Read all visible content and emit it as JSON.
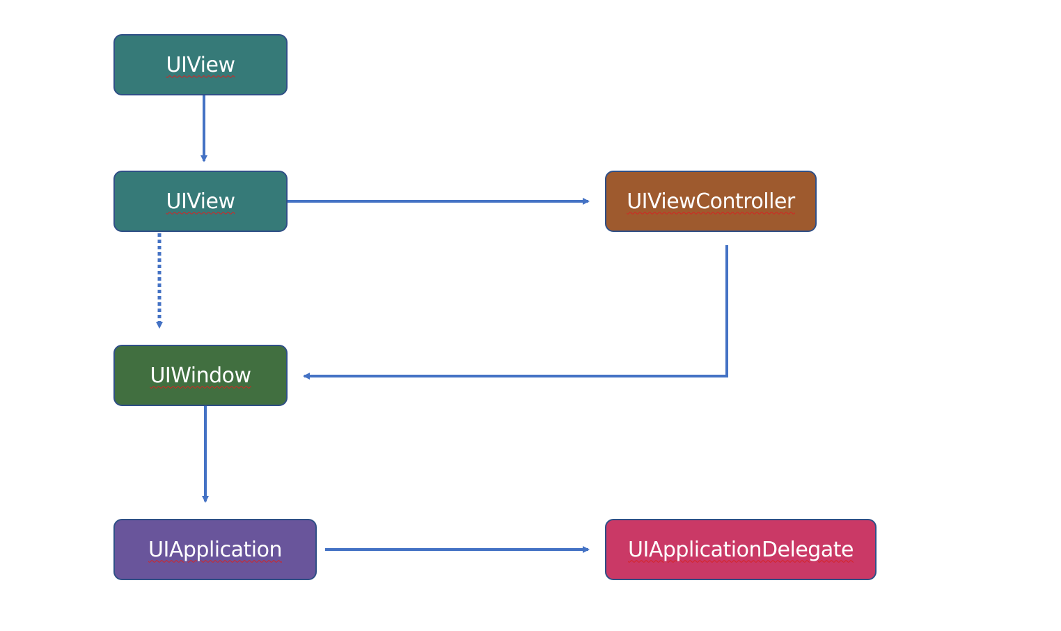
{
  "nodes": {
    "uiview_top": {
      "label": "UIView",
      "color": "#367a78"
    },
    "uiview_mid": {
      "label": "UIView",
      "color": "#367a78"
    },
    "uiviewcontroller": {
      "label": "UIViewController",
      "color": "#9e5a2e"
    },
    "uiwindow": {
      "label": "UIWindow",
      "color": "#416f40"
    },
    "uiapplication": {
      "label": "UIApplication",
      "color": "#69559b"
    },
    "uiapplicationdelegate": {
      "label": "UIApplicationDelegate",
      "color": "#ca3966"
    }
  },
  "edges": [
    {
      "from": "UIView",
      "to": "UIView",
      "style": "solid"
    },
    {
      "from": "UIView",
      "to": "UIViewController",
      "style": "solid"
    },
    {
      "from": "UIView",
      "to": "UIWindow",
      "style": "dotted"
    },
    {
      "from": "UIViewController",
      "to": "UIWindow",
      "style": "solid"
    },
    {
      "from": "UIWindow",
      "to": "UIApplication",
      "style": "solid"
    },
    {
      "from": "UIApplication",
      "to": "UIApplicationDelegate",
      "style": "solid"
    }
  ],
  "colors": {
    "connector": "#4472c4",
    "node_border": "#2f4f86",
    "label_text": "#ffffff",
    "label_underline": "#d62222"
  }
}
